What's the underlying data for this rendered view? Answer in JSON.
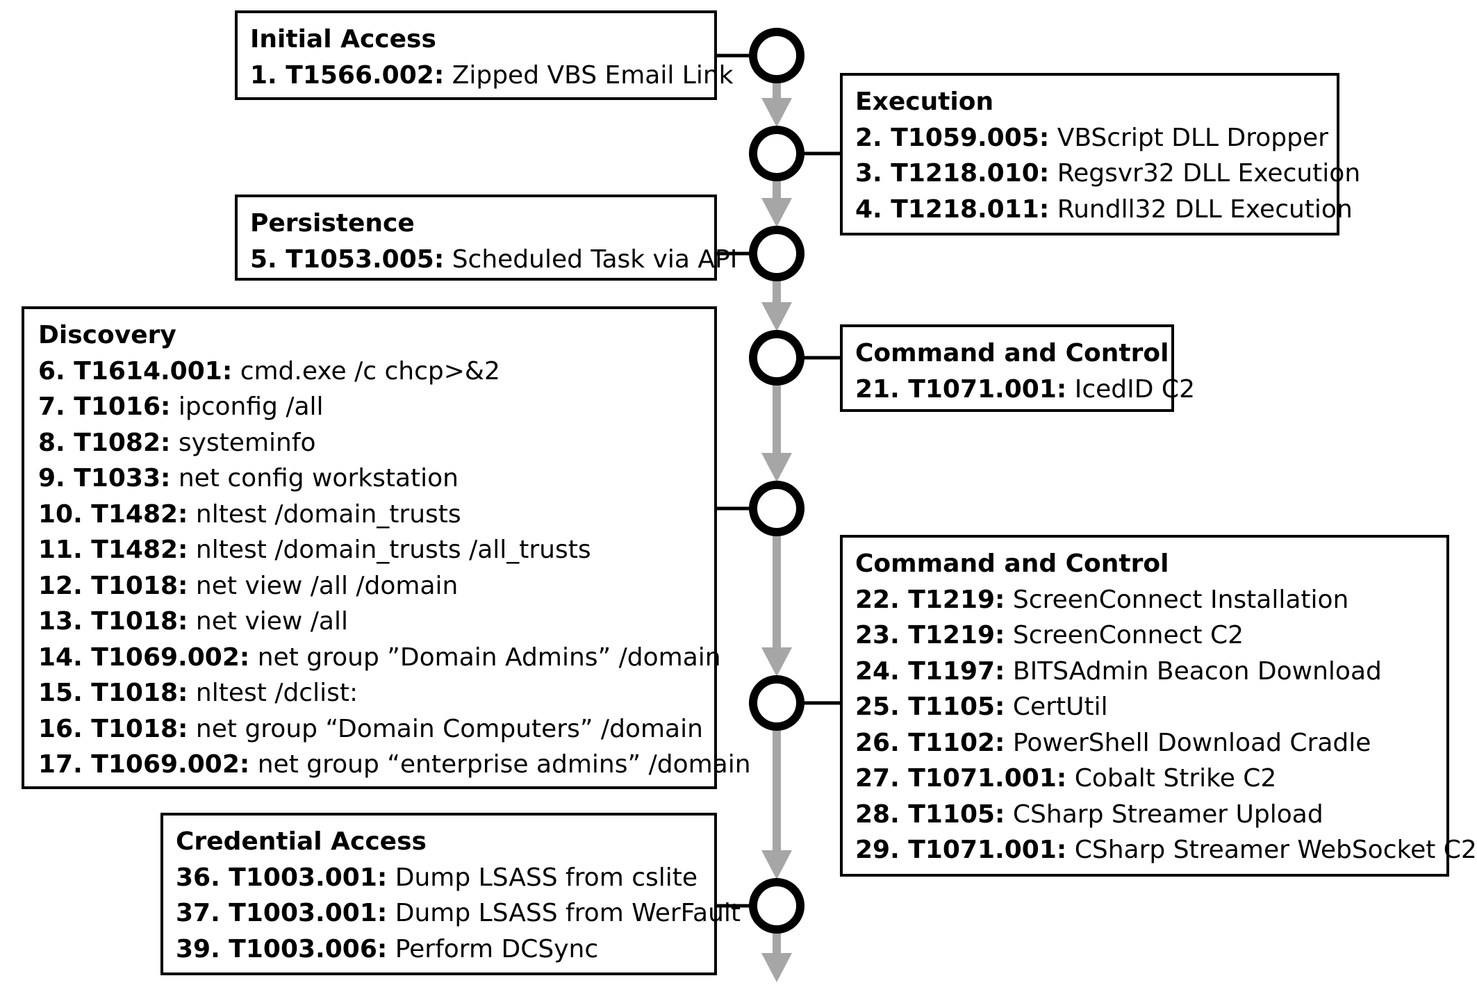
{
  "colors": {
    "timeline": "#a6a6a6",
    "stroke": "#000000",
    "background": "#ffffff"
  },
  "tactics": [
    {
      "title": "Initial Access",
      "items": [
        {
          "tech": "1. T1566.002:",
          "text": "Zipped VBS Email Link"
        }
      ]
    },
    {
      "title": "Execution",
      "items": [
        {
          "tech": "2. T1059.005:",
          "text": "VBScript DLL Dropper"
        },
        {
          "tech": "3. T1218.010:",
          "text": "Regsvr32 DLL Execution"
        },
        {
          "tech": "4. T1218.011:",
          "text": "Rundll32 DLL Execution"
        }
      ]
    },
    {
      "title": "Persistence",
      "items": [
        {
          "tech": "5. T1053.005:",
          "text": "Scheduled Task via API"
        }
      ]
    },
    {
      "title": "Command and Control",
      "items": [
        {
          "tech": "21. T1071.001:",
          "text": "IcedID C2"
        }
      ]
    },
    {
      "title": "Discovery",
      "items": [
        {
          "tech": "6. T1614.001:",
          "text": "cmd.exe /c chcp>&2"
        },
        {
          "tech": "7. T1016:",
          "text": "ipconfig /all"
        },
        {
          "tech": "8. T1082:",
          "text": "systeminfo"
        },
        {
          "tech": "9. T1033:",
          "text": "net config workstation"
        },
        {
          "tech": "10. T1482:",
          "text": "nltest /domain_trusts"
        },
        {
          "tech": "11. T1482:",
          "text": "nltest /domain_trusts /all_trusts"
        },
        {
          "tech": "12. T1018:",
          "text": "net view /all /domain"
        },
        {
          "tech": "13. T1018:",
          "text": "net view /all"
        },
        {
          "tech": "14. T1069.002:",
          "text": "net group ”Domain Admins”  /domain"
        },
        {
          "tech": "15. T1018:",
          "text": "nltest /dclist:"
        },
        {
          "tech": "16. T1018:",
          "text": "net group “Domain Computers” /domain"
        },
        {
          "tech": "17. T1069.002:",
          "text": "net group “enterprise admins” /domain"
        }
      ]
    },
    {
      "title": "Command and Control",
      "items": [
        {
          "tech": "22. T1219:",
          "text": "ScreenConnect Installation"
        },
        {
          "tech": "23. T1219:",
          "text": "ScreenConnect C2"
        },
        {
          "tech": "24. T1197:",
          "text": "BITSAdmin Beacon Download"
        },
        {
          "tech": "25. T1105:",
          "text": "CertUtil"
        },
        {
          "tech": "26. T1102:",
          "text": "PowerShell Download Cradle"
        },
        {
          "tech": "27. T1071.001:",
          "text": "Cobalt Strike C2"
        },
        {
          "tech": "28. T1105:",
          "text": "CSharp Streamer Upload"
        },
        {
          "tech": "29. T1071.001:",
          "text": "CSharp Streamer WebSocket C2"
        }
      ]
    },
    {
      "title": "Credential Access",
      "items": [
        {
          "tech": "36. T1003.001:",
          "text": "Dump LSASS from cslite"
        },
        {
          "tech": "37. T1003.001:",
          "text": "Dump LSASS from WerFault"
        },
        {
          "tech": "39. T1003.006:",
          "text": "Perform DCSync"
        }
      ]
    }
  ]
}
